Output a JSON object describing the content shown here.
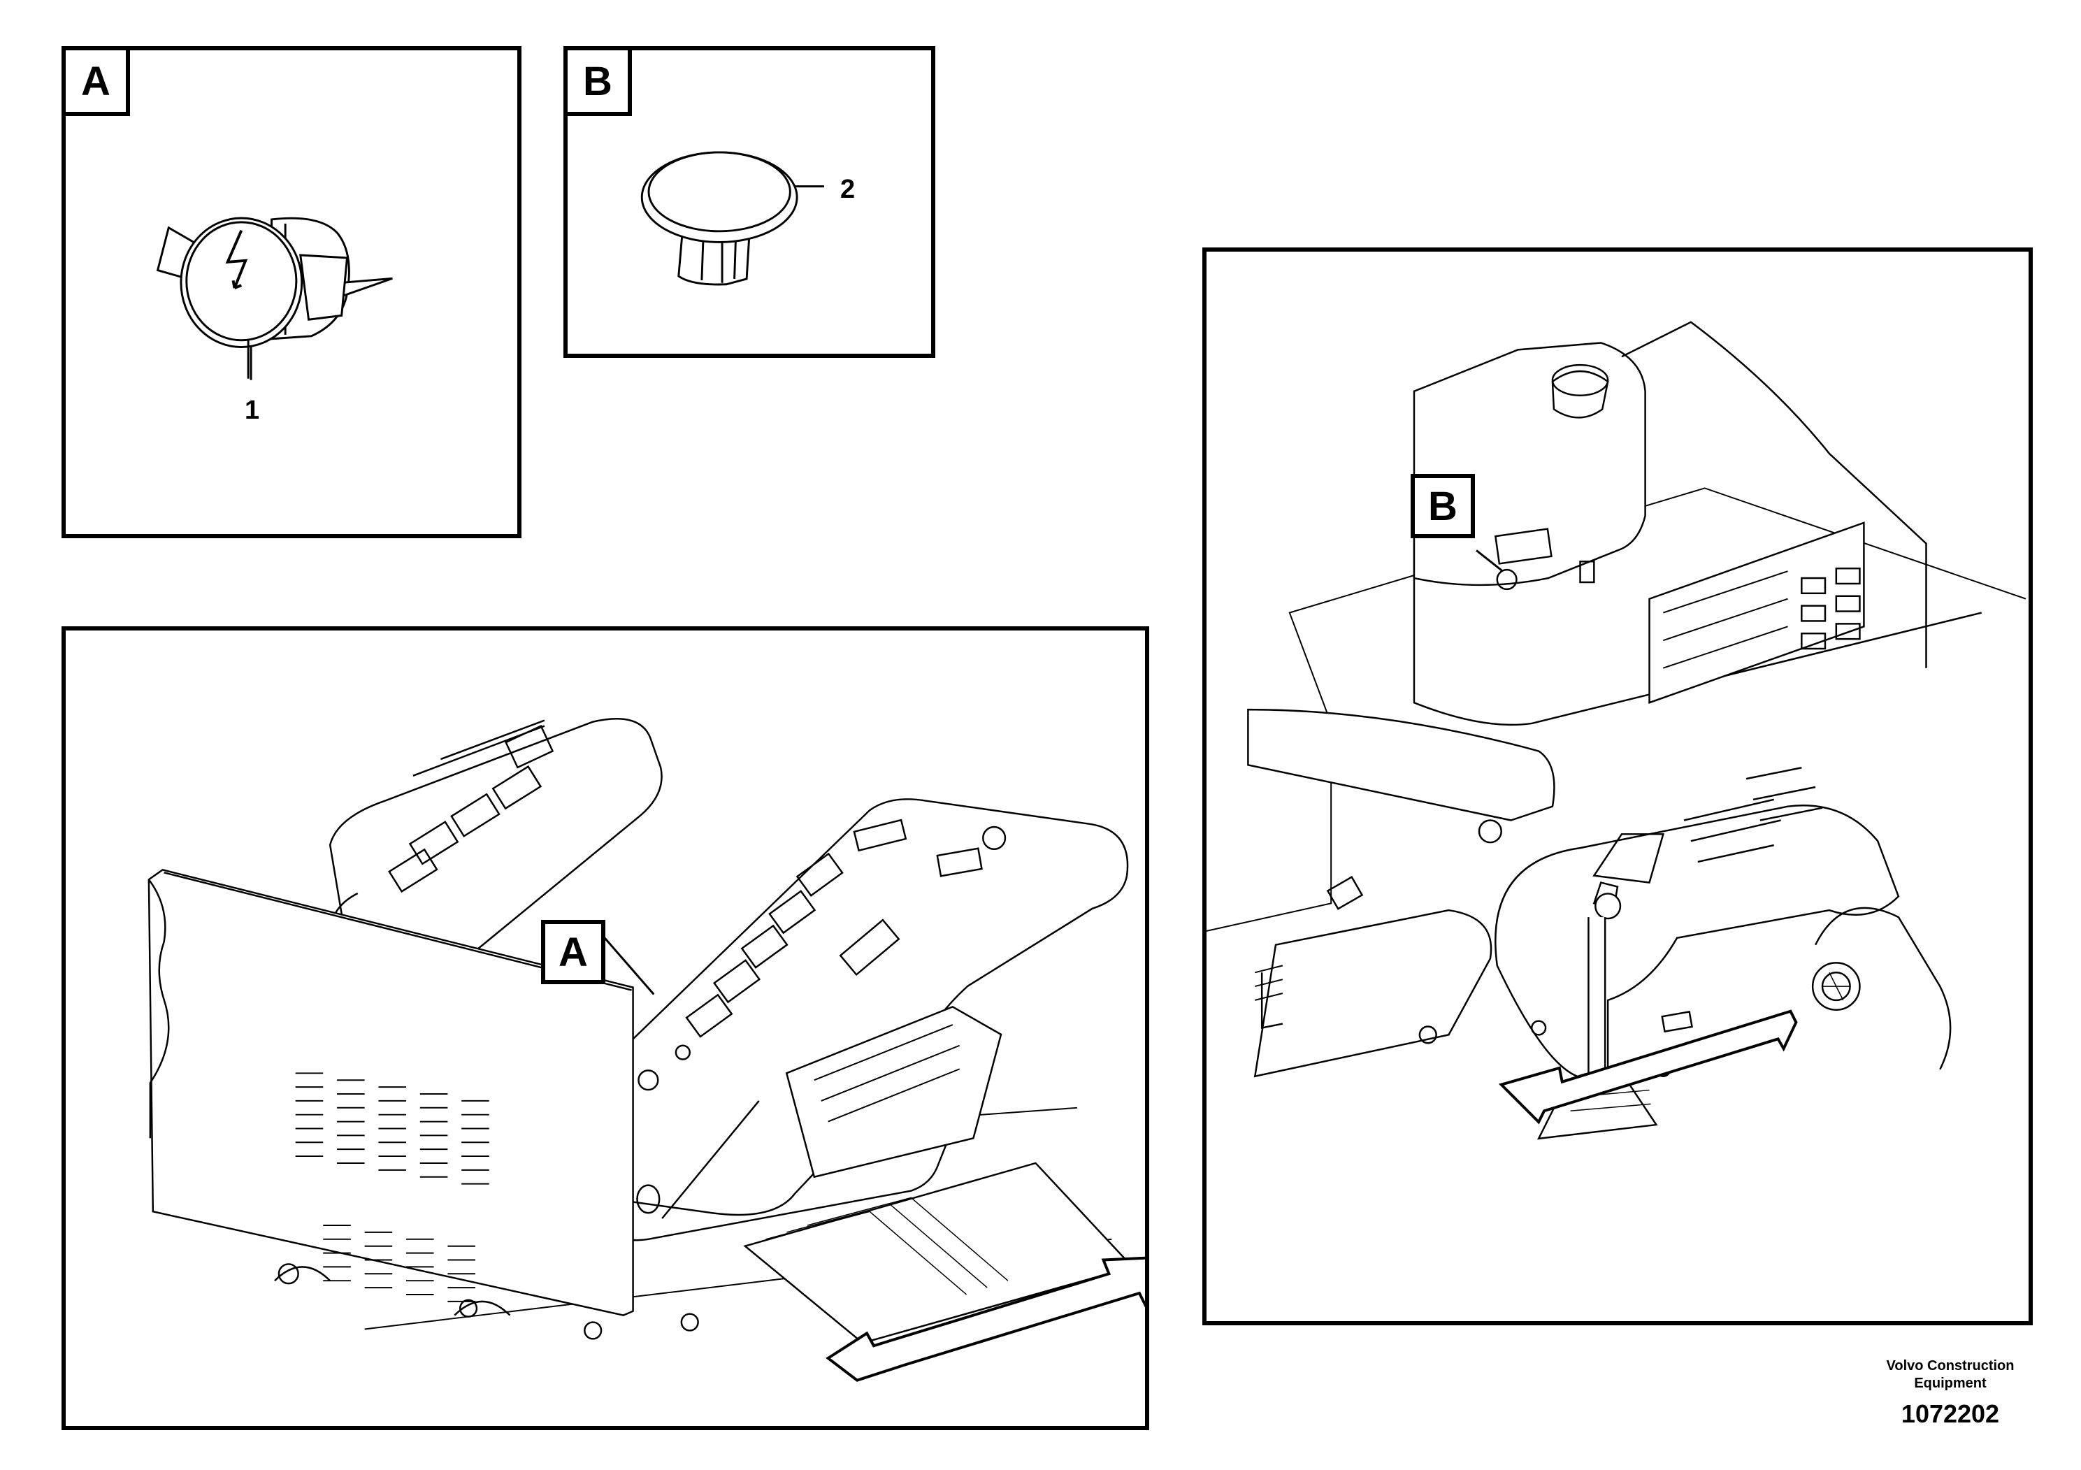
{
  "detail_a": {
    "label": "A",
    "part_number": "1"
  },
  "detail_b": {
    "label": "B",
    "part_number": "2"
  },
  "view_left": {
    "callout": "A"
  },
  "view_right": {
    "callout": "B"
  },
  "footer": {
    "maker_line1": "Volvo Construction",
    "maker_line2": "Equipment",
    "drawing_number": "1072202"
  },
  "icons": [
    "power-socket-icon",
    "lightning-bolt-icon",
    "blanking-plug-icon",
    "direction-arrow-icon"
  ]
}
